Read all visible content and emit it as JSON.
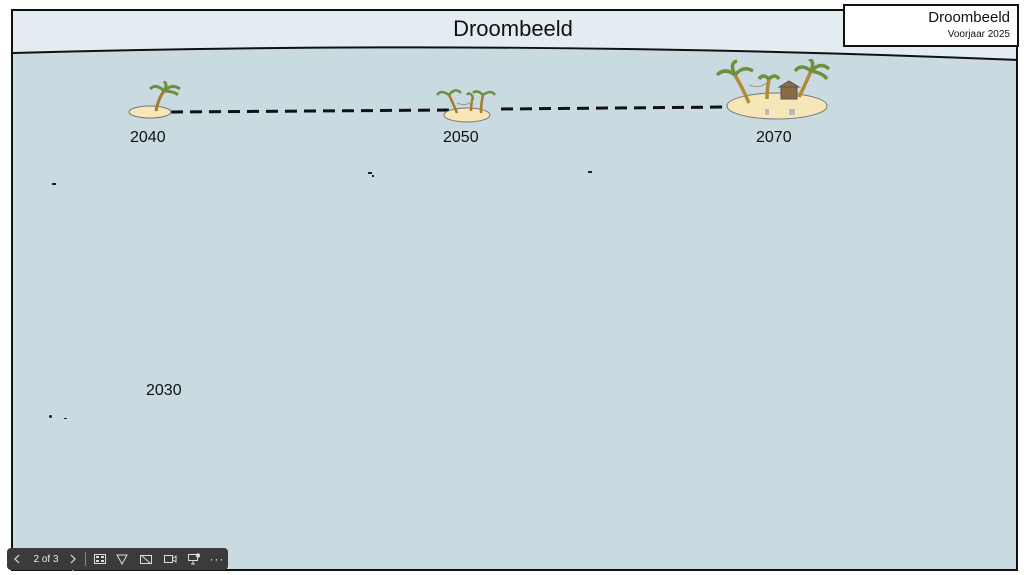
{
  "slide": {
    "title": "Droombeeld",
    "title_box": {
      "line1": "Droombeeld",
      "line2": "Voorjaar 2025"
    },
    "milestones": [
      {
        "year": "2030"
      },
      {
        "year": "2040"
      },
      {
        "year": "2050"
      },
      {
        "year": "2070"
      }
    ]
  },
  "toolbar": {
    "prev_icon": "chevron-left",
    "page_indicator": "2 of 3",
    "next_icon": "chevron-right",
    "items": [
      "all-slides-icon",
      "pen-icon",
      "subtitles-off-icon",
      "camera-icon",
      "presenter-icon",
      "more-icon"
    ]
  },
  "colors": {
    "sea": "#c9dae1",
    "sky": "#e3ecf1",
    "sand": "#f6e6b8",
    "palm": "#7a9a4a",
    "trunk": "#c89a3c"
  }
}
